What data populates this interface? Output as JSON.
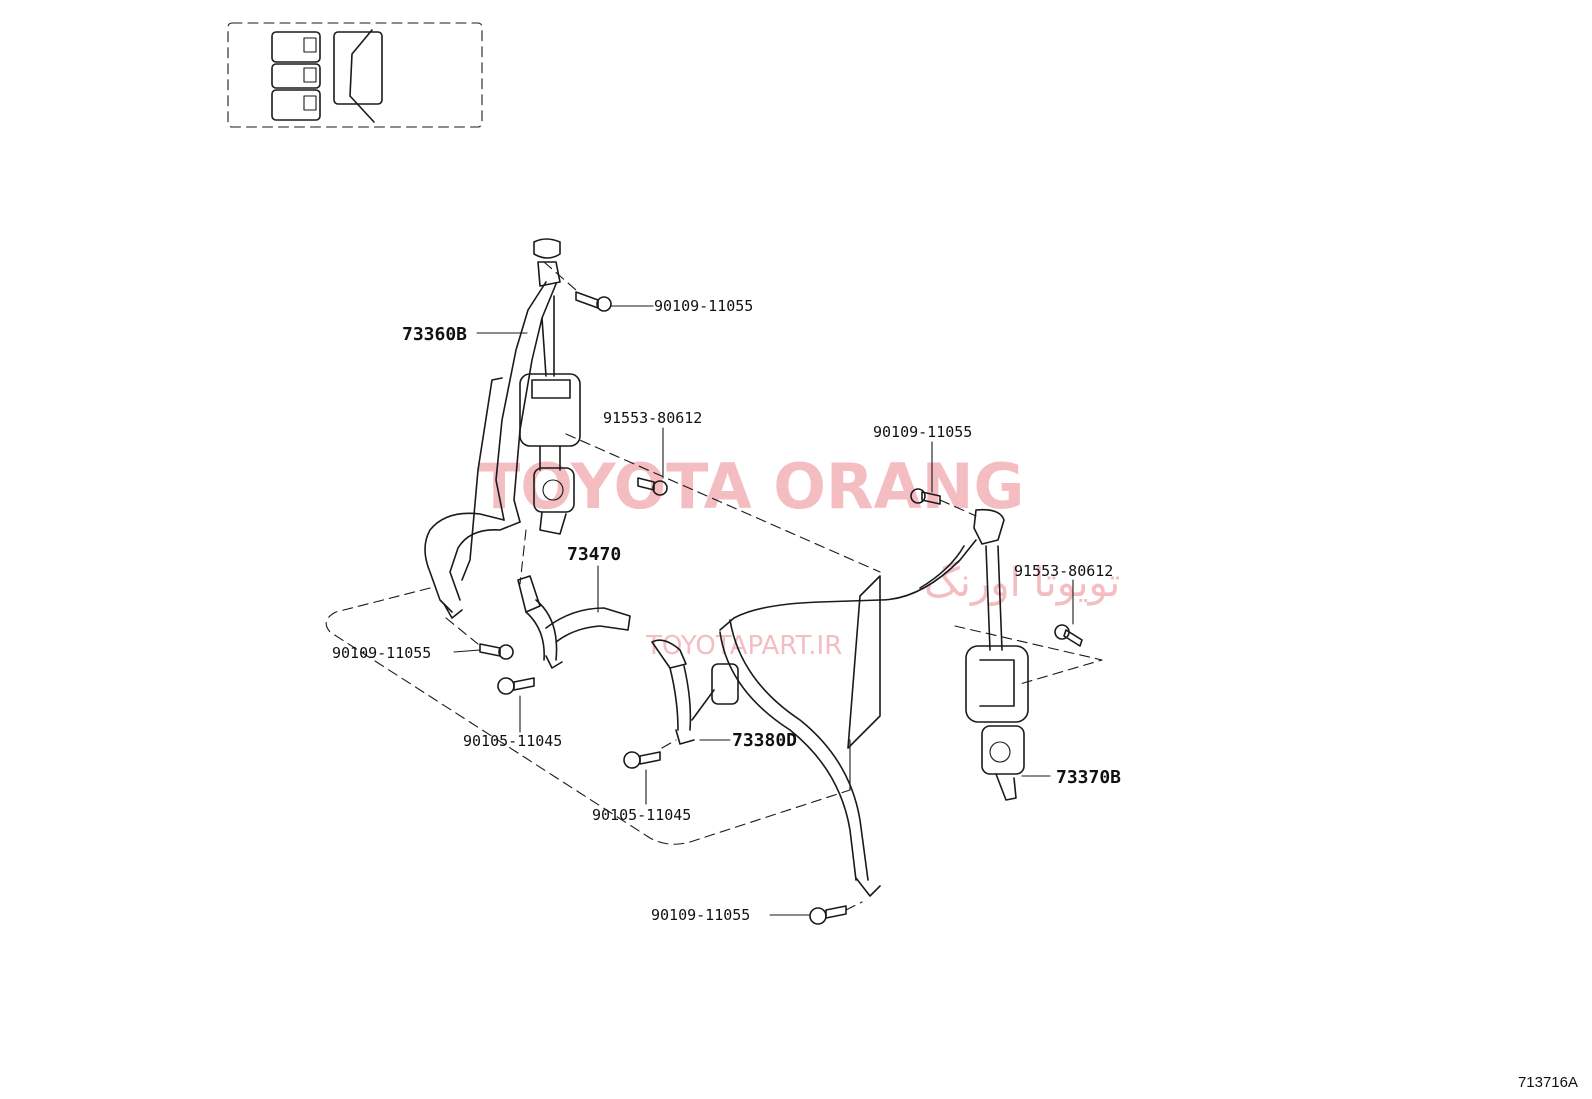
{
  "parts": {
    "p1": "90109-11055",
    "p2": "73360B",
    "p3": "91553-80612",
    "p4": "90109-11055",
    "p5": "73470",
    "p6": "91553-80612",
    "p7": "90109-11055",
    "p8": "90105-11045",
    "p9": "73380D",
    "p10": "90105-11045",
    "p11": "73370B",
    "p12": "90109-11055"
  },
  "watermark": {
    "brand": "TOYOTA ORANG",
    "persian": "تویوتا اورنگ",
    "url": "TOYOTAPART.IR"
  },
  "illustration_code": "713716A"
}
